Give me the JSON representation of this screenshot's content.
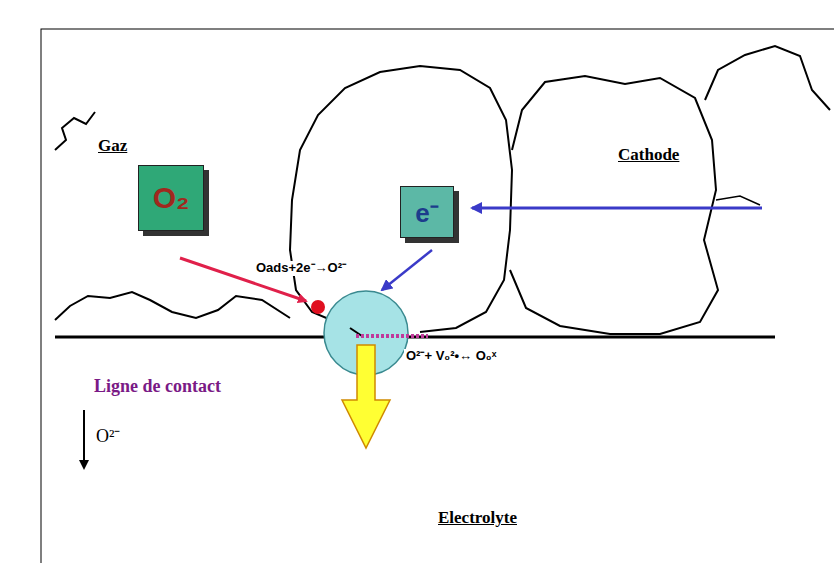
{
  "diagram": {
    "nodes": [
      {
        "text": [
          "O₂"
        ]
      },
      {
        "text": [
          "e⁻"
        ]
      }
    ],
    "labels": [
      "Gaz",
      "Cathode",
      "Oads+2e⁻→O²⁻",
      "O²⁻+ V₀²•↔ O₀ˣ",
      "Ligne de contact",
      "O²⁻",
      "Electrolyte"
    ]
  }
}
